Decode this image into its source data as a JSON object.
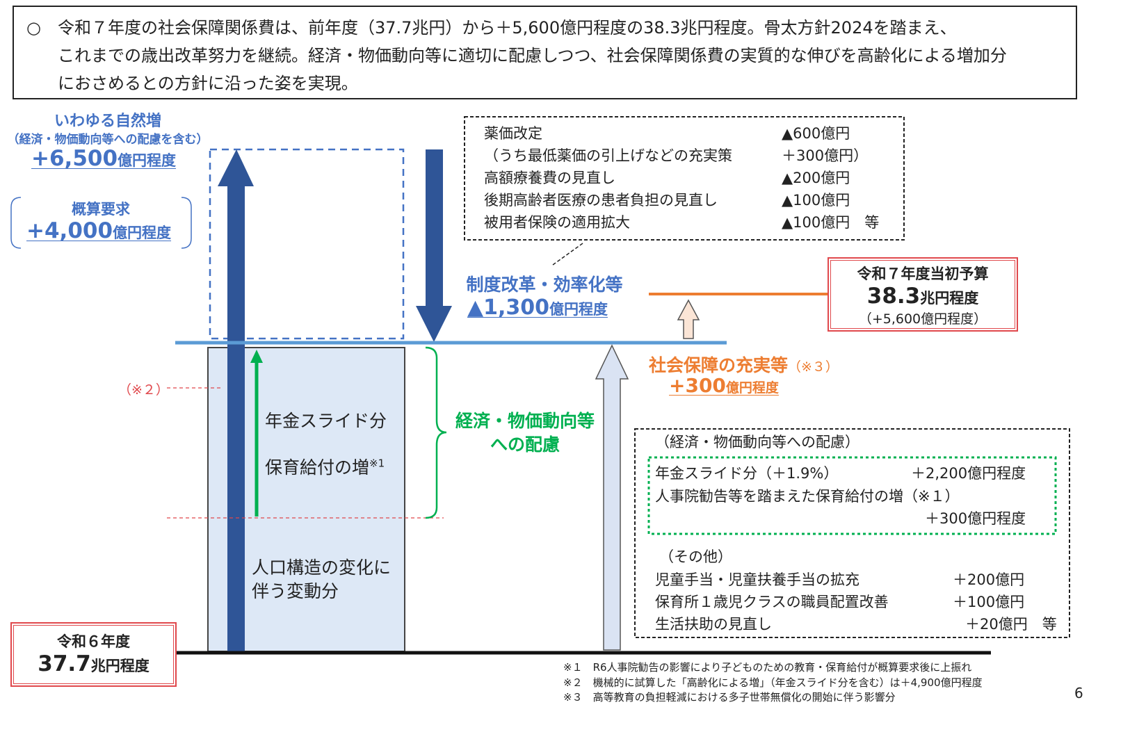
{
  "summary": {
    "bullet": "○",
    "lines": [
      "令和７年度の社会保障関係費は、前年度（37.7兆円）から＋5,600億円程度の38.3兆円程度。骨太方針2024を踏まえ、",
      "これまでの歳出改革努力を継続。経済・物価動向等に適切に配慮しつつ、社会保障関係費の実質的な伸びを高齢化による増加分",
      "におさめるとの方針に沿った姿を実現。"
    ]
  },
  "natural_increase": {
    "title": "いわゆる自然増",
    "subtitle": "（経済・物価動向等への配慮を含む）",
    "amount": "+6,500",
    "unit": "億円程度"
  },
  "budget_request": {
    "title": "概算要求",
    "amount": "+4,000",
    "unit": "億円程度"
  },
  "reform_box": {
    "rows": [
      {
        "label": "薬価改定",
        "value": "▲600億円"
      },
      {
        "label": "（うち最低薬価の引上げなどの充実策",
        "value": "＋300億円）"
      },
      {
        "label": "高額療養費の見直し",
        "value": "▲200億円"
      },
      {
        "label": "後期高齢者医療の患者負担の見直し",
        "value": "▲100億円"
      },
      {
        "label": "被用者保険の適用拡大",
        "value": "▲100億円　等"
      }
    ]
  },
  "reform": {
    "title": "制度改革・効率化等",
    "amount": "▲1,300",
    "unit": "億円程度"
  },
  "r7": {
    "title": "令和７年度当初予算",
    "amount": "38.3",
    "unit": "兆円程度",
    "change": "（+5,600億円程度）"
  },
  "r6": {
    "title": "令和６年度",
    "amount": "37.7",
    "unit": "兆円程度"
  },
  "enhancement": {
    "title": "社会保障の充実等",
    "note": "（※３）",
    "amount": "+300",
    "unit": "億円程度"
  },
  "bar_labels": {
    "pension": "年金スライド分",
    "childcare": "保育給付の増",
    "childcare_note": "※1",
    "population1": "人口構造の変化に",
    "population2": "伴う変動分",
    "note2": "（※２）"
  },
  "economy": {
    "line1": "経済・物価動向等",
    "line2": "への配慮"
  },
  "detail_box": {
    "header1": "（経済・物価動向等への配慮）",
    "inner": [
      {
        "label": "年金スライド分（＋1.9%）",
        "value": "＋2,200億円程度"
      },
      {
        "label": "人事院勧告等を踏まえた保育給付の増（※１）",
        "value": ""
      },
      {
        "label": "",
        "value": "＋300億円程度"
      }
    ],
    "header2": "（その他）",
    "others": [
      {
        "label": "児童手当・児童扶養手当の拡充",
        "value": "＋200億円"
      },
      {
        "label": "保育所１歳児クラスの職員配置改善",
        "value": "＋100億円"
      },
      {
        "label": "生活扶助の見直し",
        "value": "＋20億円　等"
      }
    ]
  },
  "footnotes": [
    "※１　R6人事院勧告の影響により子どものための教育・保育給付が概算要求後に上振れ",
    "※２　機械的に試算した「高齢化による増」（年金スライド分を含む）は＋4,900億円程度",
    "※３　高等教育の負担軽減における多子世帯無償化の開始に伴う影響分"
  ],
  "page_number": "6",
  "colors": {
    "blue": "#4472c4",
    "dark_blue": "#2f5597",
    "orange": "#ed7d31",
    "green": "#00b050",
    "red": "#e0484c"
  }
}
